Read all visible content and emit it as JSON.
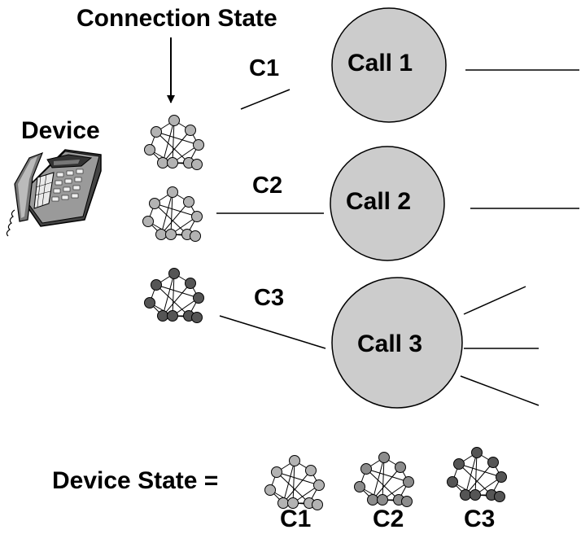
{
  "labels": {
    "connection_state": "Connection State",
    "device": "Device",
    "device_state": "Device State ="
  },
  "calls": [
    {
      "label": "Call 1",
      "connection": "C1"
    },
    {
      "label": "Call 2",
      "connection": "C2"
    },
    {
      "label": "Call 3",
      "connection": "C3"
    }
  ],
  "device_state_items": [
    "C1",
    "C2",
    "C3"
  ],
  "colors": {
    "call_fill": "#cccccc",
    "state_light": "#b3b3b3",
    "state_mid": "#8c8c8c",
    "state_dark": "#555555",
    "line": "#000000"
  }
}
